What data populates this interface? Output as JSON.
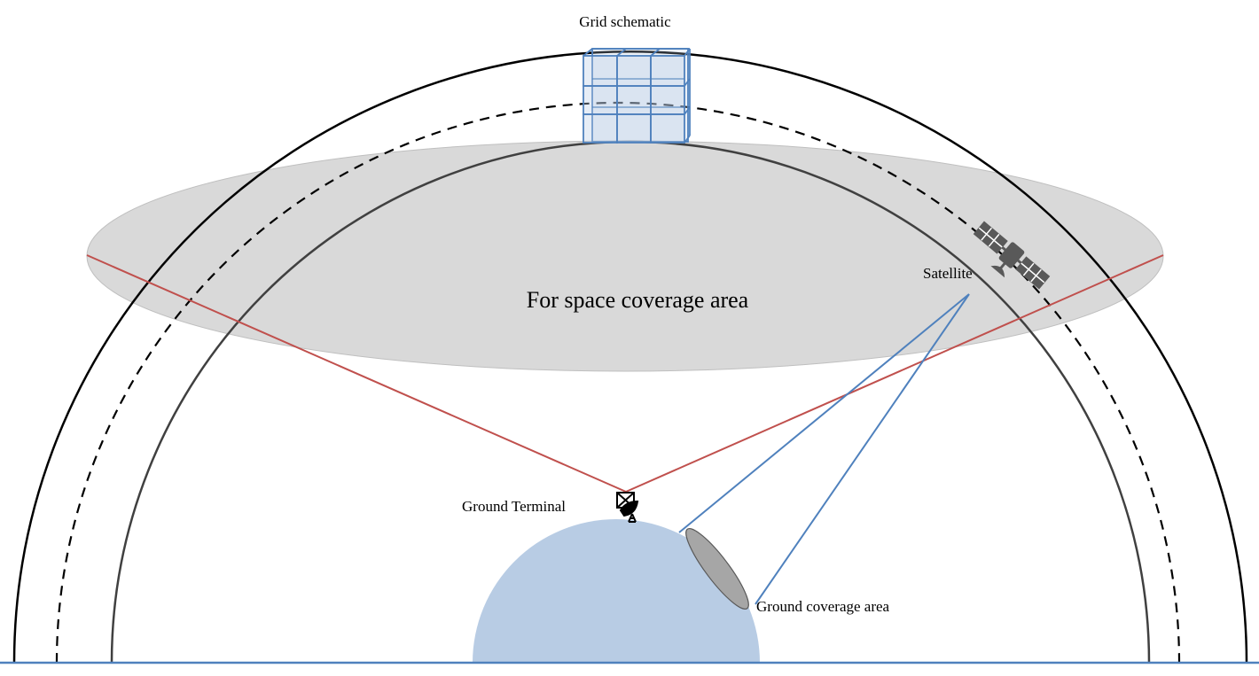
{
  "labels": {
    "grid_schematic": "Grid schematic",
    "space_coverage": "For space coverage area",
    "satellite": "Satellite",
    "ground_terminal": "Ground Terminal",
    "ground_coverage": "Ground coverage area"
  },
  "colors": {
    "orbit_line": "#000000",
    "inner_orbit": "#4a4a4a",
    "coverage_fill": "#d9d9d9",
    "earth_fill": "#b8cce4",
    "ground_line": "#4f81bd",
    "red_beam": "#c0504d",
    "blue_beam": "#4f81bd",
    "grid_cube": "#4f81bd",
    "satellite_body": "#595959",
    "ground_patch": "#a6a6a6"
  },
  "icons": {
    "satellite": "satellite-icon",
    "ground_terminal": "antenna-dish-icon",
    "grid": "grid-cube-icon"
  }
}
